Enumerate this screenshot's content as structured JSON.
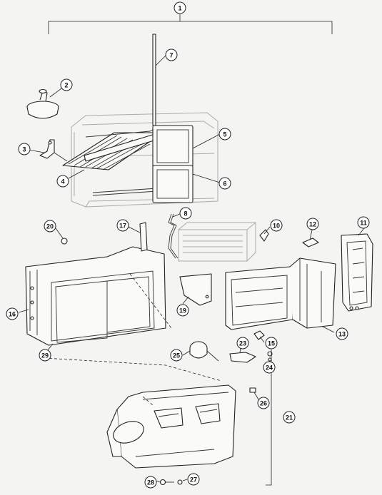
{
  "callouts": [
    {
      "id": "1",
      "label": "1"
    },
    {
      "id": "2",
      "label": "2"
    },
    {
      "id": "3",
      "label": "3"
    },
    {
      "id": "4",
      "label": "4"
    },
    {
      "id": "5",
      "label": "5"
    },
    {
      "id": "6",
      "label": "6"
    },
    {
      "id": "7",
      "label": "7"
    },
    {
      "id": "8",
      "label": "8"
    },
    {
      "id": "10",
      "label": "10"
    },
    {
      "id": "11",
      "label": "11"
    },
    {
      "id": "12",
      "label": "12"
    },
    {
      "id": "13",
      "label": "13"
    },
    {
      "id": "15",
      "label": "15"
    },
    {
      "id": "16",
      "label": "16"
    },
    {
      "id": "17",
      "label": "17"
    },
    {
      "id": "19",
      "label": "19"
    },
    {
      "id": "20",
      "label": "20"
    },
    {
      "id": "21",
      "label": "21"
    },
    {
      "id": "23",
      "label": "23"
    },
    {
      "id": "24",
      "label": "24"
    },
    {
      "id": "25",
      "label": "25"
    },
    {
      "id": "26",
      "label": "26"
    },
    {
      "id": "27",
      "label": "27"
    },
    {
      "id": "28",
      "label": "28"
    },
    {
      "id": "29",
      "label": "29"
    }
  ]
}
